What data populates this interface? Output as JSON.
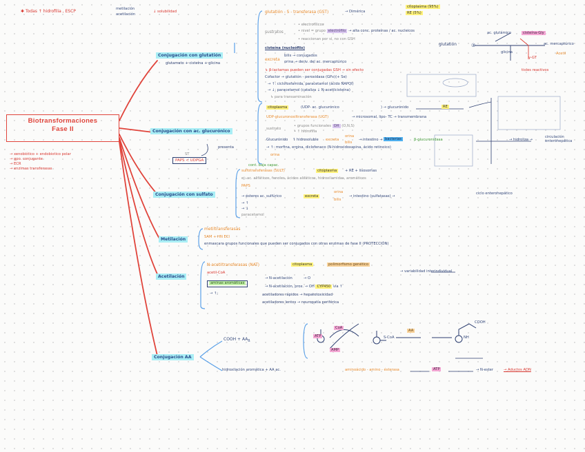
{
  "title": {
    "line1": "Biotransformaciones",
    "line2": "Fase II"
  },
  "top_note": {
    "star": "✱",
    "main": "Todas ↑ hidrofilia , ESCP",
    "item1": "metilación",
    "item2": "acetilación",
    "tail": "↓ solubilidad"
  },
  "side_note": {
    "l1": "→ xenobiótico + endobiotico polar",
    "l2": "→ gpo. conjugante",
    "l3": "→ ECR",
    "l4": "→ enzimas transferasas"
  },
  "branches": {
    "glutation": "Conjugación con glutatión",
    "glucuronico": "Conjugación con ac. glucurónico",
    "sulfato": "Conjugación con sulfato",
    "metilacion": "Metilación",
    "acetilacion": "Acetilación",
    "aa": "Conjugación AA"
  },
  "glutation": {
    "sub": "glutamato + cisteína + glicina",
    "enzyme": "glutatión - S - transferasa (GST)",
    "arrow_dimerica": "→ Dimérica",
    "citoplasma": "citoplasma (95%)",
    "re": "RE (5%)",
    "sustratos": "sustratos",
    "s1": "• electrofílicos",
    "s2": "• nivel = grupo",
    "s2b": "electrófilo",
    "s2c": "→ alta conc. proteínas / ac. nucleicos",
    "s3": "• reaccionan por sí, no con GSH",
    "cistina": "cisteína (nucleófilo)",
    "excreta": "excreta",
    "e1": "bilis → conjugados",
    "e2": "orina → deriv. del ac. mercaptúrico",
    "note1": "↳ β-lactamas pueden ser conjugadas GSH → sin efecto",
    "cofactor": "Cofactor → glutatión - peroxidasa (GPx)(+ Se)",
    "n1": "→ ↑: ciclofosfamida, paracetamol (ácido NAPQI)",
    "n2": "→ ↓: paracetamol (cataliza ↓ N-acetilcisteína)",
    "n3": "↳ para transaminación",
    "pathway_label": "glutatión",
    "pw1": "ac. glutámico",
    "pw2": "cisteína-Gly",
    "pw3": "ac. mercaptúrico",
    "pw4": "glicina",
    "pw5": "γ-GT",
    "pw6": "Acetil",
    "pw7": "tioles reactivos"
  },
  "glucuronico": {
    "citoplasma": "citoplasma",
    "c1": "(UDP- ac. glucurónico",
    "c2": ") → glucurónido",
    "re": "RE",
    "enzyme": "UDP-glucuronosiltransferasa (UGT)",
    "enzyme_tail": "→ microsomal, lipo- TC → transmembrana",
    "sustrato": "sustrato",
    "sus1": "• grupos funcionales",
    "sus1b": "OH",
    "sus1c": "(O,N,S)",
    "sus2": "• ↑ hidrofilia",
    "glucuronido": "Glucurónido",
    "elim": "↑ hidrosoluble",
    "excreta": "excreta",
    "ex1": "orina",
    "ex2": "bilis",
    "intestino": "→ intestino →",
    "bacteria": "bacterias",
    "beta": "β-glucuronidasa",
    "hidroliza": "→ hidroliza →",
    "circ": "circulación enterohepática",
    "tox1": "→ ↑: morfina, ergina, diclofenaco (N-hidroxidoxapina, ácido retinoico)",
    "orina2": "orina",
    "presenta": "presenta",
    "paps": "PAPS < UDPGA",
    "paps_sub": "ST"
  },
  "sulfato": {
    "enzyme": "sulfotransferasas (SULT)",
    "enzyme_tail": "citoplasma",
    "enzyme_tail2": "+ RE + lisosomas",
    "top": "cont. baja capac.",
    "l1": "ej: ac. alifáticos, fenoles, ácidos alifáticos, hidroxilamidas, aromáticos",
    "paps": "PAPS",
    "l2": "→ ésteres ac. sulfúrico",
    "excreta": "excreta",
    "ex1": "orina",
    "ex2": "bilis",
    "intestino": "→ intestino (sulfatasas) →",
    "circ": "ciclo enterohepático",
    "l3": "→ ↑",
    "l4": "→ ↓",
    "l5": "paracetamol"
  },
  "metilacion": {
    "l1": "metiltransferasas",
    "l2": "SAM + HN ECI",
    "l3": "enmascara grupos funcionales que pueden ser conjugados con otras enzimas de fase II (PROTECCIÓN)"
  },
  "acetilacion": {
    "enzyme": "N-acetiltransferasas (NAT)",
    "cit": "citoplasma",
    "poly": "polimorfismo genético",
    "tail": "→ variabilidad interindividual",
    "acetil": "acetil-CoA",
    "aminas": "aminas aromáticas",
    "a1": "→ N-acetilación",
    "a1b": "→ O",
    "a2": "→ N-acetilación, prox. → OH",
    "a2b": "CYP450",
    "a2c": "vía ↑",
    "tox": "→ ↑:",
    "r1": "acetiladores rápidos → hepatotoxicidad",
    "r2": "acetiladores lentos → neuropatía periférica"
  },
  "aa": {
    "cooh": "COOH + AA",
    "cooh_sub": "ß",
    "atp": "ATP",
    "coa": "CoA",
    "amp": "AMP",
    "scoa": "S-CoA",
    "aa_label": "AA",
    "nh": "NH",
    "cooh2": "COOH",
    "hidrox": "hidroxilación aromática + AA ac.",
    "enz": "aminoácido - amino - ésterasa",
    "atp2": "ATP",
    "ester": "→ N-ester",
    "adult": "→ Aductos ADN"
  }
}
